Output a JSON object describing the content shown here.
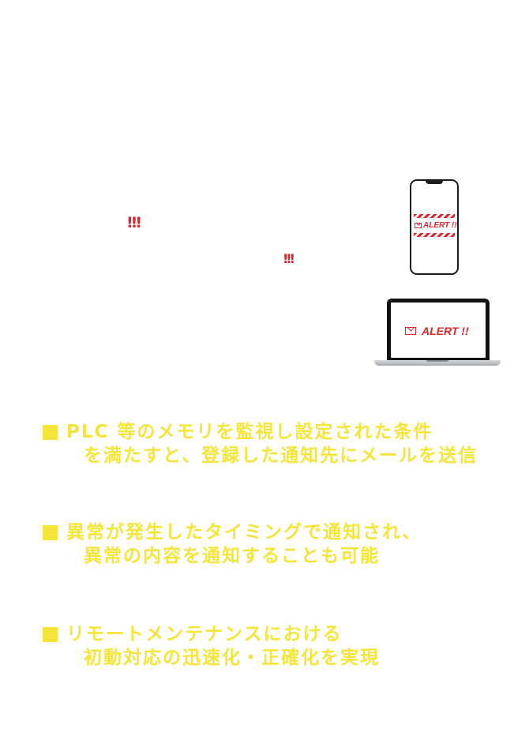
{
  "decorations": {
    "exclamation_1": "!!!",
    "exclamation_2": "!!!"
  },
  "phone": {
    "alert_label": "ALERT !!"
  },
  "laptop": {
    "alert_label": "ALERT !!"
  },
  "colors": {
    "accent_yellow": "#f5e53a",
    "alert_red": "#e1262b",
    "background": "#ffffff"
  },
  "features": [
    {
      "line1": "PLC 等のメモリを監視し設定された条件",
      "line2": "を満たすと、登録した通知先にメールを送信"
    },
    {
      "line1": "異常が発生したタイミングで通知され、",
      "line2": "異常の内容を通知することも可能"
    },
    {
      "line1": "リモートメンテナンスにおける",
      "line2": "初動対応の迅速化・正確化を実現"
    }
  ]
}
